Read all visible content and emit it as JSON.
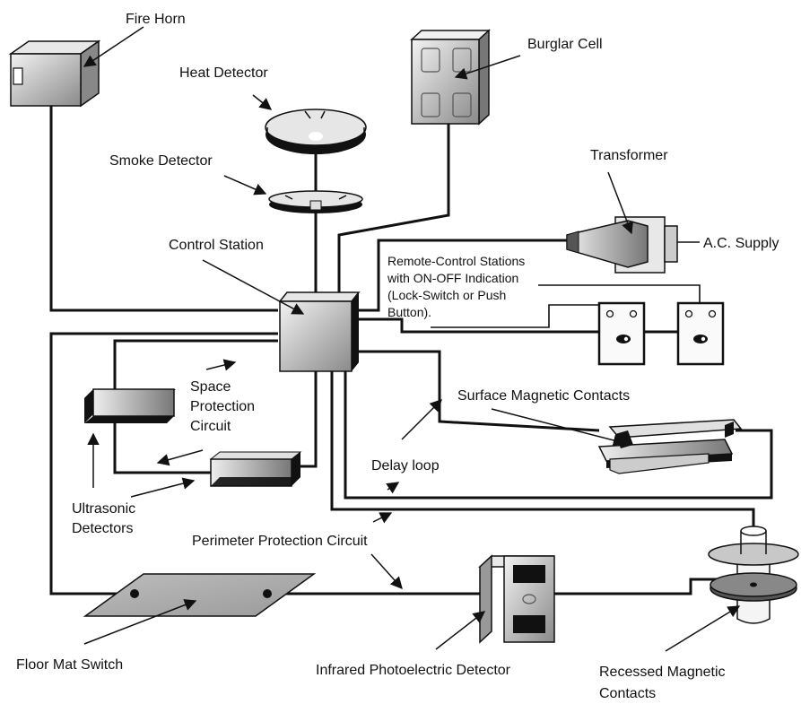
{
  "labels": {
    "fire_horn": "Fire Horn",
    "heat_detector": "Heat Detector",
    "smoke_detector": "Smoke Detector",
    "burglar_cell": "Burglar Cell",
    "transformer": "Transformer",
    "ac_supply": "A.C. Supply",
    "control_station": "Control Station",
    "remote_line1": "Remote-Control Stations",
    "remote_line2": "with ON-OFF Indication",
    "remote_line3": "(Lock-Switch or Push",
    "remote_line4": "Button).",
    "space_line1": "Space",
    "space_line2": "Protection",
    "space_line3": "Circuit",
    "surface_contacts": "Surface Magnetic Contacts",
    "delay_loop": "Delay loop",
    "ultrasonic_line1": "Ultrasonic",
    "ultrasonic_line2": "Detectors",
    "perimeter": "Perimeter Protection Circuit",
    "floor_mat": "Floor Mat Switch",
    "infrared": "Infrared Photoelectric Detector",
    "recessed_line1": "Recessed Magnetic",
    "recessed_line2": "Contacts"
  }
}
